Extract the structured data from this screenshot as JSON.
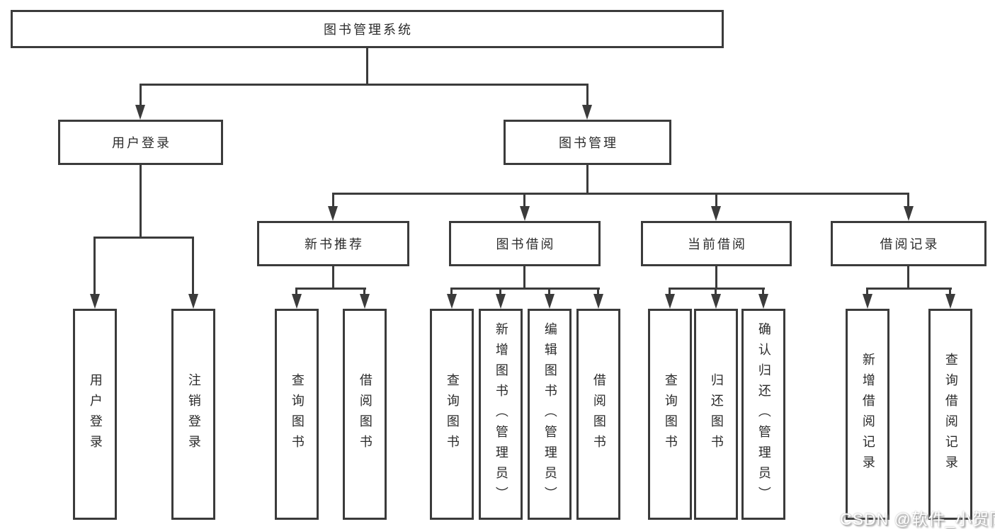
{
  "diagram": {
    "root": {
      "label": "图书管理系统"
    },
    "login": {
      "label": "用户登录",
      "children": [
        {
          "label": "用户登录"
        },
        {
          "label": "注销登录"
        }
      ]
    },
    "management": {
      "label": "图书管理",
      "sections": [
        {
          "label": "新书推荐",
          "children": [
            {
              "label": "查询图书"
            },
            {
              "label": "借阅图书"
            }
          ]
        },
        {
          "label": "图书借阅",
          "children": [
            {
              "label": "查询图书"
            },
            {
              "label": "新增图书（管理员）"
            },
            {
              "label": "编辑图书（管理员）"
            },
            {
              "label": "借阅图书"
            }
          ]
        },
        {
          "label": "当前借阅",
          "children": [
            {
              "label": "查询图书"
            },
            {
              "label": "归还图书"
            },
            {
              "label": "确认归还（管理员）"
            }
          ]
        },
        {
          "label": "借阅记录",
          "children": [
            {
              "label": "新增借阅记录"
            },
            {
              "label": "查询借阅记录"
            }
          ]
        }
      ]
    }
  },
  "watermark": {
    "text": "CSDN @软件_小贺同学"
  },
  "colors": {
    "line": "#3b3b3b",
    "text": "#2b2b2b",
    "background": "#ffffff",
    "watermark": "#ffffff"
  }
}
